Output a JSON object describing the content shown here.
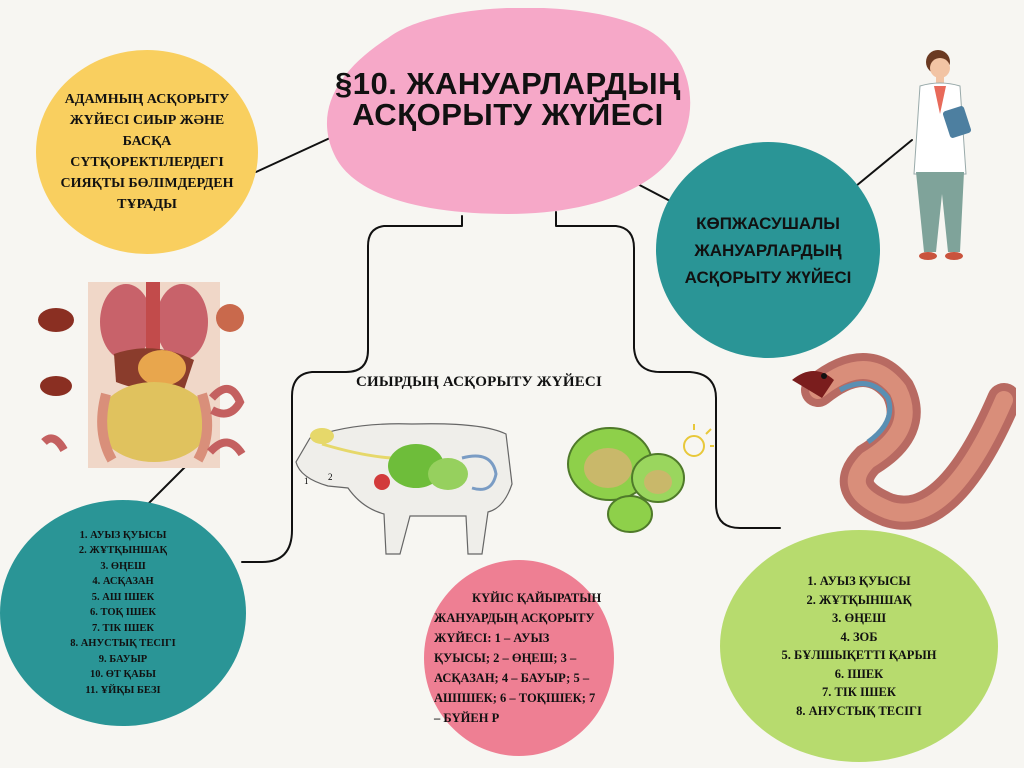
{
  "title": "§10. ЖАНУАРЛАРДЫҢ АСҚОРЫТУ ЖҮЙЕСІ",
  "human_note": "АДАМНЫҢ АСҚОРЫТУ ЖҮЙЕСІ СИЫР ЖӘНЕ БАСҚА СҮТҚОРЕКТІЛЕРДЕГІ СИЯҚТЫ БӨЛІМДЕРДЕН ТҰРАДЫ",
  "multicellular_title": "КӨПЖАСУШАЛЫ ЖАНУАРЛАРДЫҢ АСҚОРЫТУ ЖҮЙЕСІ",
  "cow_section_label": "СИЫРДЫҢ АСҚОРЫТУ ЖҮЙЕСІ",
  "human_list": [
    "1. АУЫЗ ҚУЫСЫ",
    "2. ЖҰТҚЫНШАҚ",
    "3. ӨҢЕШ",
    "4. АСҚАЗАН",
    "5. АШ ІШЕК",
    "6. ТОҚ ІШЕК",
    "7. ТІК ІШЕК",
    "8. АНУСТЫҚ ТЕСІГІ",
    "9. БАУЫР",
    "10. ӨТ ҚАБЫ",
    "11. ҰЙҚЫ БЕЗІ"
  ],
  "ruminant_note": "КҮЙІС ҚАЙЫРАТЫН ЖАНУАРДЫҢ АСҚОРЫТУ ЖҮЙЕСІ: 1 – АУЫЗ ҚУЫСЫ; 2 – ӨҢЕШ; 3 – АСҚАЗАН; 4 – БАУЫР; 5 – АШІШЕК; 6 – ТОҚІШЕК; 7 – БҮЙЕН Р",
  "worm_list": [
    "1. АУЫЗ ҚУЫСЫ",
    "2. ЖҰТҚЫНШАҚ",
    "3. ӨҢЕШ",
    "4. ЗОБ",
    "5. БҰЛШЫҚЕТТІ ҚАРЫН",
    "6. ІШЕК",
    "7. ТІК ІШЕК",
    "8. АНУСТЫҚ ТЕСІГІ"
  ],
  "cow_diagram_labels": [
    "1",
    "2"
  ],
  "colors": {
    "background": "#f7f6f2",
    "title_blob": "#f6a8c8",
    "yellow": "#f9cf5f",
    "teal": "#2a9596",
    "pink": "#ee7f93",
    "green": "#b7db6e"
  }
}
